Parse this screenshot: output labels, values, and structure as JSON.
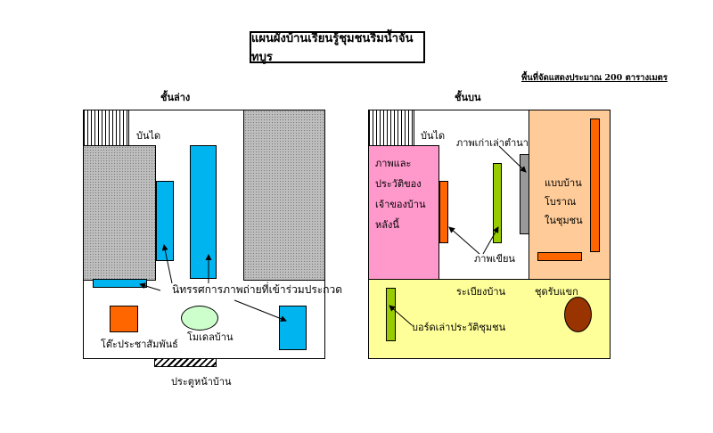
{
  "title": "แผนผังบ้านเรียนรู้ชุมชนริมน้ำจันทบูร",
  "area_note": "พื้นที่จัดแสดงประมาณ 200  ตารางเมตร",
  "ground_floor": {
    "heading": "ชั้นล่าง",
    "stairs_label": "บันได",
    "photo_exhibit_label": "นิทรรศการภาพถ่ายที่เข้าร่วมประกวด",
    "pr_desk_label": "โต๊ะประชาสัมพันธ์",
    "house_model_label": "โมเดลบ้าน",
    "front_door_label": "ประตูหน้าบ้าน"
  },
  "upper_floor": {
    "heading": "ชั้นบน",
    "stairs_label": "บันได",
    "owner_history_lines": [
      "ภาพและ",
      "ประวัติของ",
      "เจ้าของบ้าน",
      "หลังนี้"
    ],
    "legend_paintings_label": "ภาพเก่าเล่าตำนาน",
    "drawings_label": "ภาพเขียน",
    "ancient_house_lines": [
      "แบบบ้าน",
      "โบราณ",
      "ในชุมชน"
    ],
    "veranda_label": "ระเบียงบ้าน",
    "guest_set_label": "ชุดรับแขก",
    "community_board_label": "บอร์ดเล่าประวัติชุมชน"
  },
  "colors": {
    "exhibit_blue": "#00b4f0",
    "orange": "#ff6600",
    "light_green": "#ccffcc",
    "pink": "#ff99cc",
    "peach": "#ffcc99",
    "yellow": "#ffff99",
    "lime": "#99cc00",
    "gray": "#999999",
    "brown": "#993300"
  }
}
